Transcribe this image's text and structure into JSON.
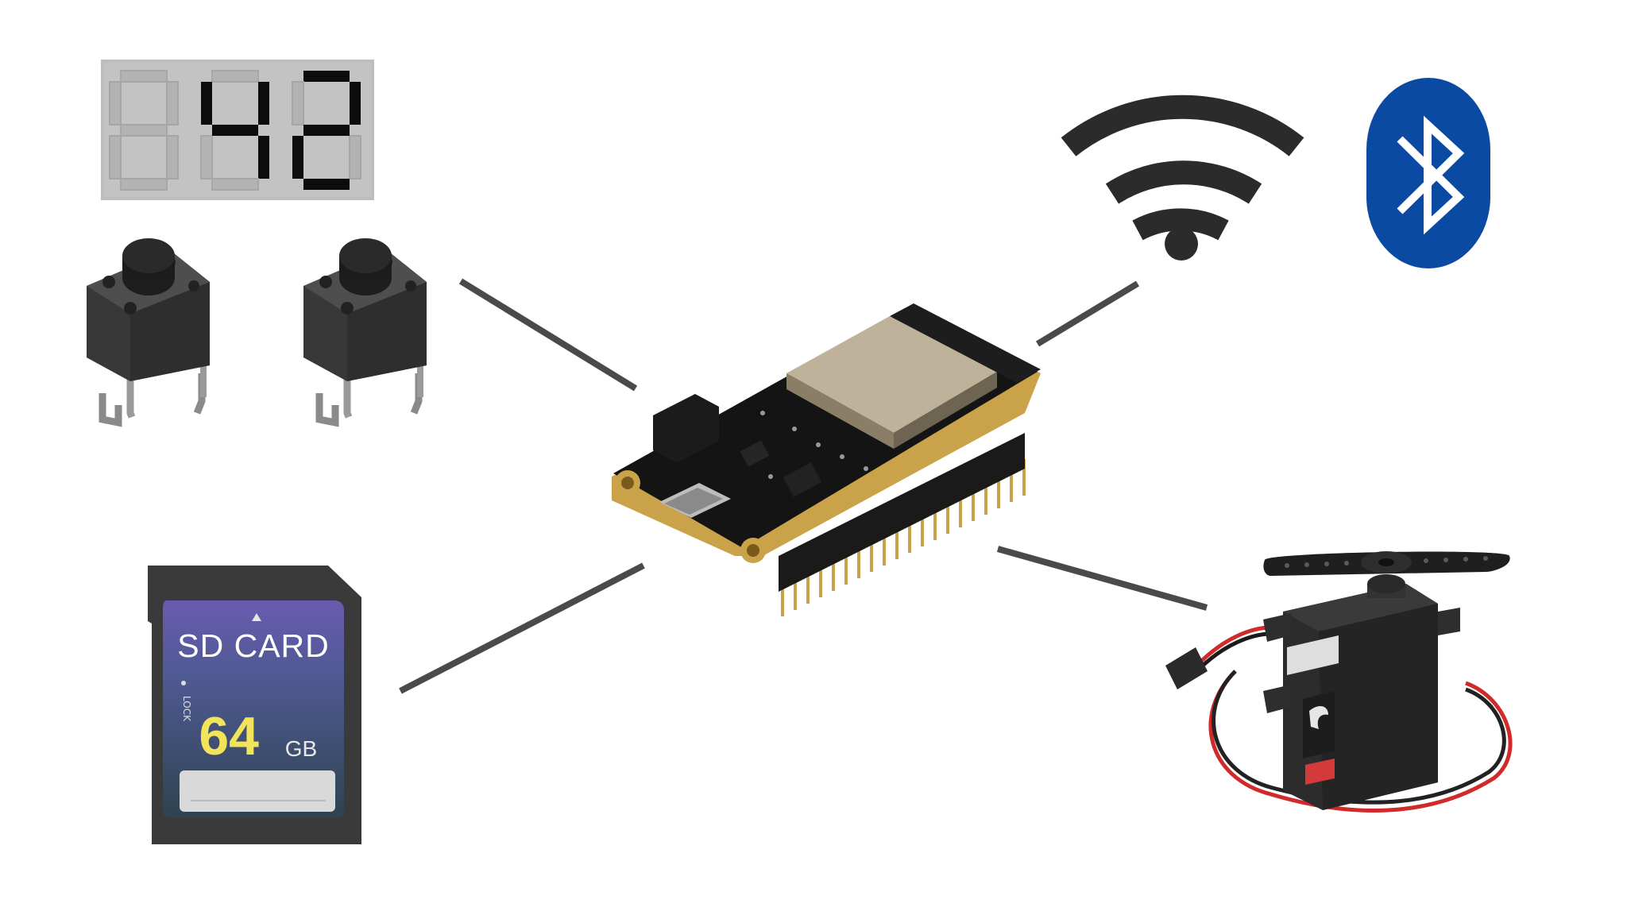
{
  "display": {
    "digits": [
      "8",
      "4",
      "2"
    ],
    "lit": [
      false,
      true,
      true
    ],
    "value": "42"
  },
  "sd_card": {
    "title": "SD CARD",
    "capacity": "64",
    "unit": "GB",
    "lock_label": "LOCK"
  },
  "colors": {
    "connector": "#4a4a4a",
    "bluetooth_blue": "#0b4aa3",
    "wifi_dark": "#2b2b2b",
    "pcb_black": "#141414",
    "sd_top": "#6a5bb0",
    "sd_bottom": "#2f4350",
    "sd_capacity": "#f1e45a",
    "servo_wire_red": "#d12a2a"
  },
  "icons": [
    "seven-segment-display",
    "push-button",
    "push-button",
    "sd-card",
    "wifi-icon",
    "bluetooth-icon",
    "esp32-board",
    "servo-motor"
  ]
}
